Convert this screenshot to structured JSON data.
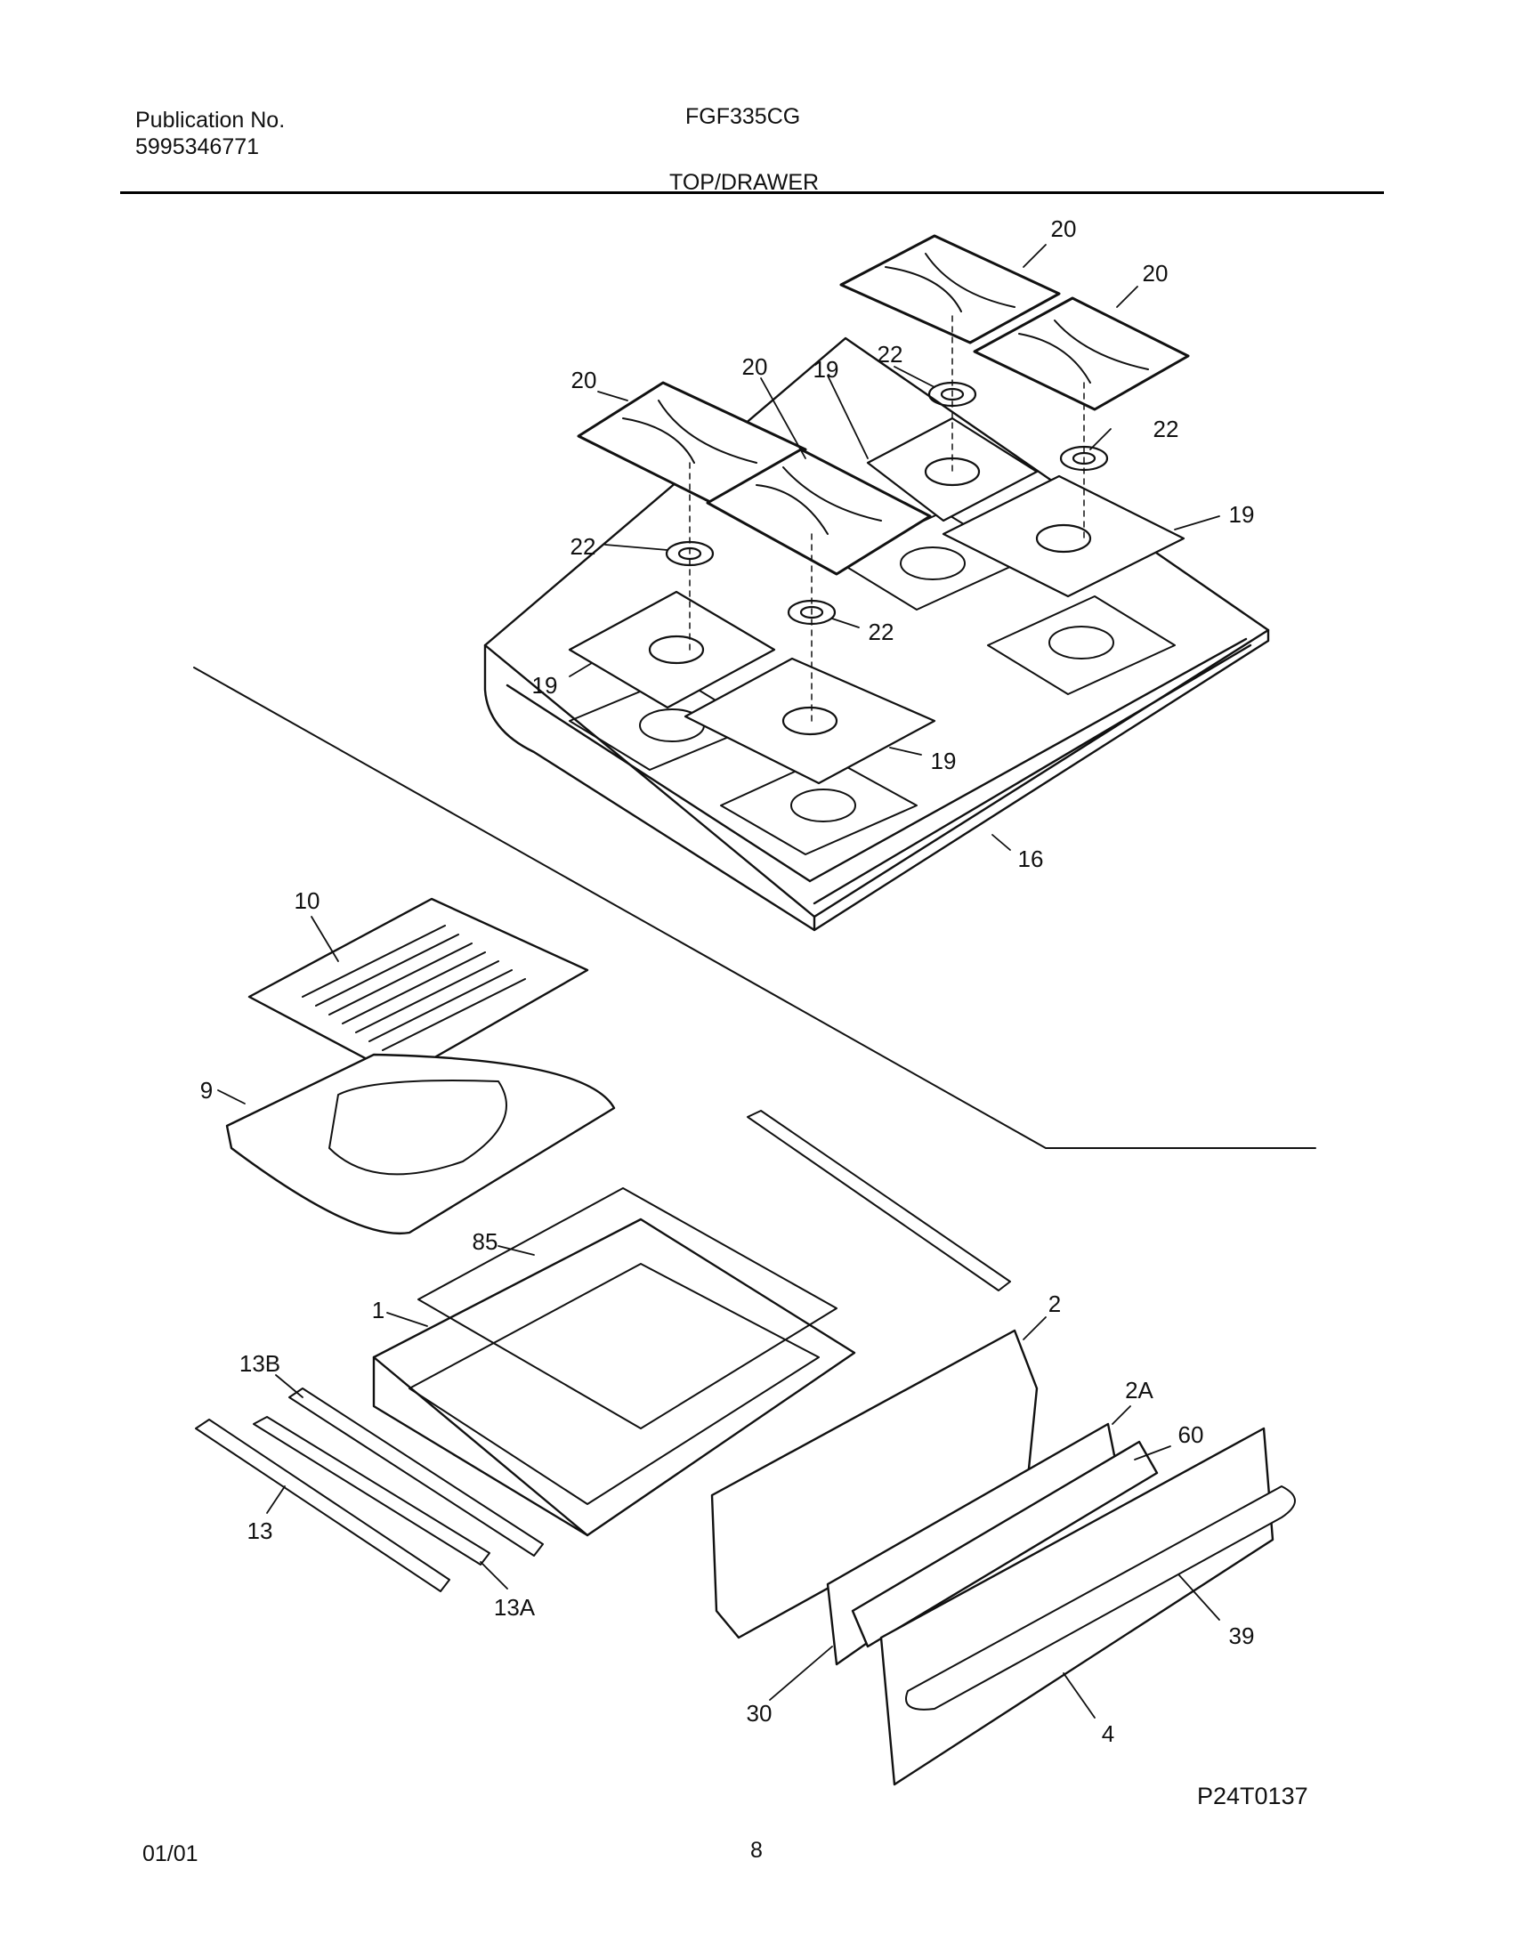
{
  "header": {
    "publication_label": "Publication No.",
    "publication_number": "5995346771",
    "model": "FGF335CG",
    "section_title": "TOP/DRAWER"
  },
  "footer": {
    "date": "01/01",
    "page": "8",
    "figure_id": "P24T0137"
  },
  "callouts": [
    "20",
    "20",
    "20",
    "20",
    "19",
    "22",
    "22",
    "22",
    "22",
    "19",
    "19",
    "19",
    "16",
    "10",
    "9",
    "85",
    "1",
    "2",
    "13B",
    "2A",
    "60",
    "13",
    "13A",
    "39",
    "30",
    "4"
  ]
}
